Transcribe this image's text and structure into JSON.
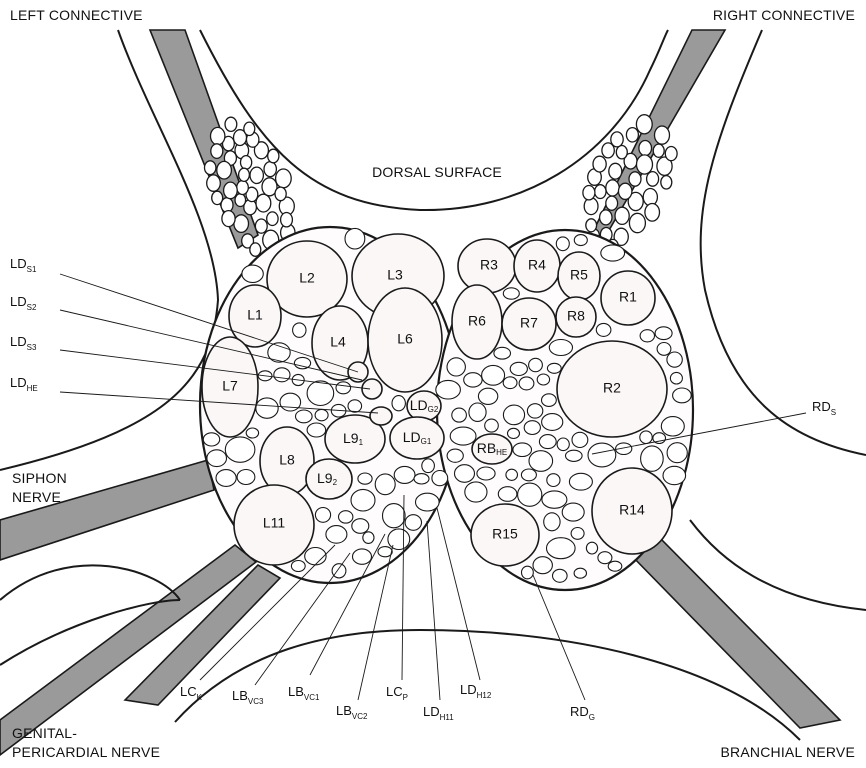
{
  "regions": {
    "left_connective": "LEFT CONNECTIVE",
    "right_connective": "RIGHT CONNECTIVE",
    "dorsal_surface": "DORSAL SURFACE",
    "siphon_nerve_1": "SIPHON",
    "siphon_nerve_2": "NERVE",
    "genital_1": "GENITAL-",
    "genital_2": "PERICARDIAL NERVE",
    "branchial_nerve": "BRANCHIAL NERVE"
  },
  "cells": {
    "L1": "L1",
    "L2": "L2",
    "L3": "L3",
    "L4": "L4",
    "L6": "L6",
    "L7": "L7",
    "L8": "L8",
    "L11": "L11",
    "R1": "R1",
    "R2": "R2",
    "R3": "R3",
    "R4": "R4",
    "R5": "R5",
    "R6": "R6",
    "R7": "R7",
    "R8": "R8",
    "R14": "R14",
    "R15": "R15"
  },
  "labels": {
    "L9_1": {
      "main": "L9",
      "sub": "1"
    },
    "L9_2": {
      "main": "L9",
      "sub": "2"
    },
    "LDG2": {
      "main": "LD",
      "sub": "G2"
    },
    "LDG1": {
      "main": "LD",
      "sub": "G1"
    },
    "RBHE": {
      "main": "RB",
      "sub": "HE"
    },
    "LDS1": {
      "main": "LD",
      "sub": "S1"
    },
    "LDS2": {
      "main": "LD",
      "sub": "S2"
    },
    "LDS3": {
      "main": "LD",
      "sub": "S3"
    },
    "LDHE": {
      "main": "LD",
      "sub": "HE"
    },
    "RDS": {
      "main": "RD",
      "sub": "S"
    },
    "LCK": {
      "main": "LC",
      "sub": "K"
    },
    "LBVC3": {
      "main": "LB",
      "sub": "VC3"
    },
    "LBVC1": {
      "main": "LB",
      "sub": "VC1"
    },
    "LBVC2": {
      "main": "LB",
      "sub": "VC2"
    },
    "LCP": {
      "main": "LC",
      "sub": "P"
    },
    "LDH11": {
      "main": "LD",
      "sub": "H11"
    },
    "LDH12": {
      "main": "LD",
      "sub": "H12"
    },
    "RDG": {
      "main": "RD",
      "sub": "G"
    }
  },
  "colors": {
    "ink": "#1a1a1a",
    "nerve_fill": "#9a9a9a",
    "cell_fill": "#fbf7f7"
  }
}
